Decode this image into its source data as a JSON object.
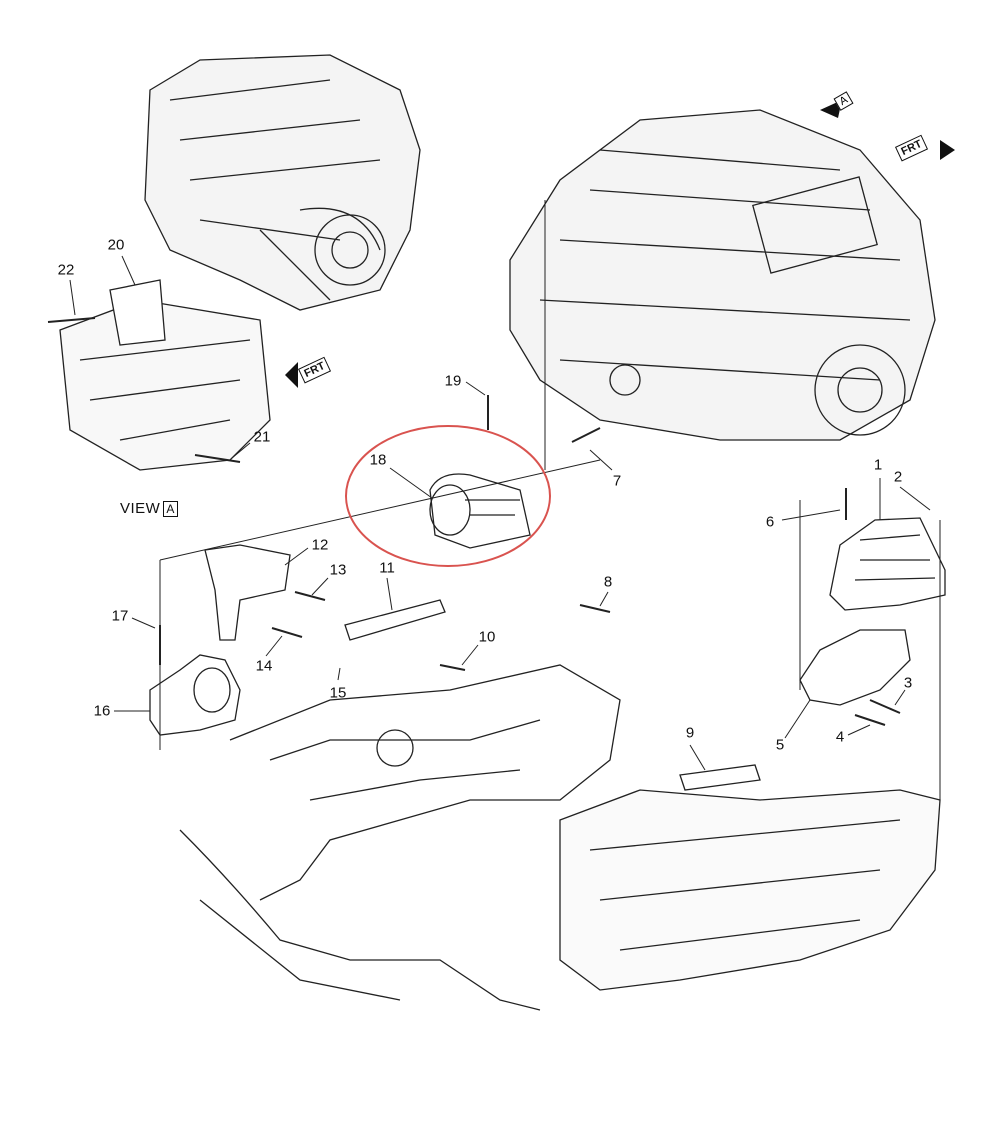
{
  "diagram": {
    "title": "Engine mount assembly exploded view",
    "callouts": [
      "1",
      "2",
      "3",
      "4",
      "5",
      "6",
      "7",
      "8",
      "9",
      "10",
      "11",
      "12",
      "13",
      "14",
      "15",
      "16",
      "17",
      "18",
      "19",
      "20",
      "21",
      "22"
    ],
    "view_label": "VIEW",
    "view_ref": "A",
    "front_arrow_text": "FRT",
    "highlight_color": "#d9534f",
    "line_color": "#111111"
  }
}
